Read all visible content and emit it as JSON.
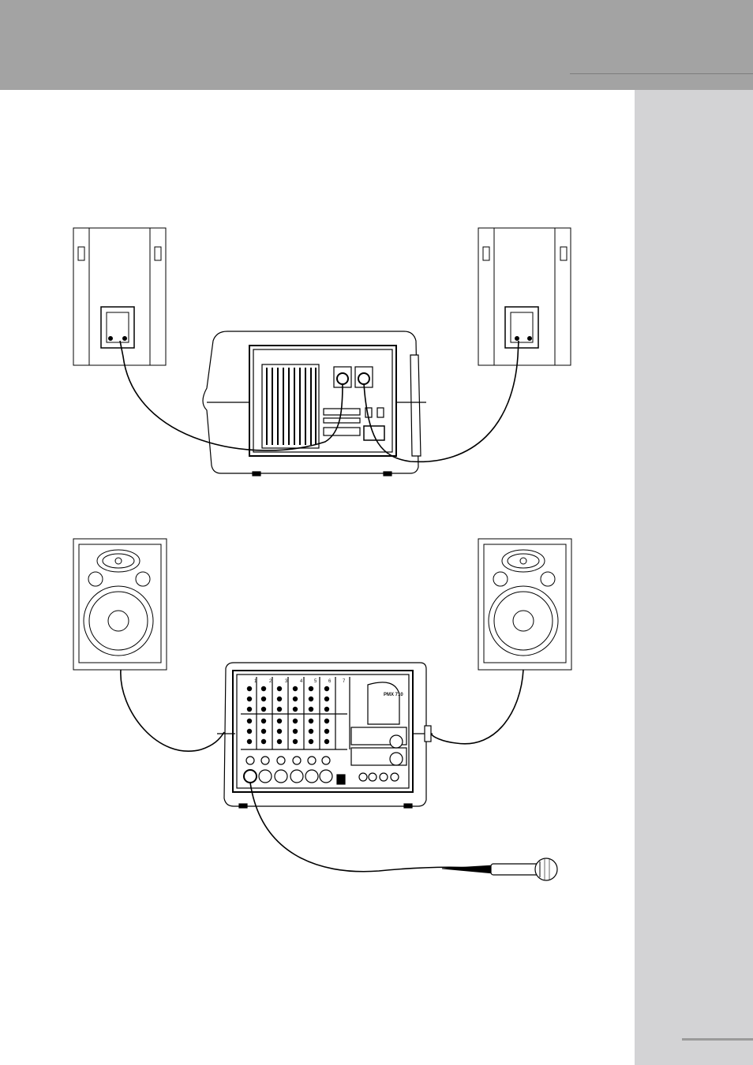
{
  "header": {
    "banner_color": "#a3a3a3",
    "side_panel_color": "#d3d3d5"
  },
  "figure_top": {
    "device": "powered-mixer-rear-panel",
    "connectors": [
      "speaker-output-left",
      "speaker-output-right",
      "ac-power-inlet"
    ],
    "speakers": [
      "rear-left-speaker",
      "rear-right-speaker"
    ]
  },
  "figure_bottom": {
    "device": "powered-mixer-front-panel",
    "model_label": "PMX 710",
    "channel_numbers": [
      "1",
      "2",
      "3",
      "4",
      "5",
      "6",
      "7"
    ],
    "speakers": [
      "front-left-speaker",
      "front-right-speaker"
    ],
    "microphone": "dynamic-microphone"
  },
  "cable_color": "#000000"
}
